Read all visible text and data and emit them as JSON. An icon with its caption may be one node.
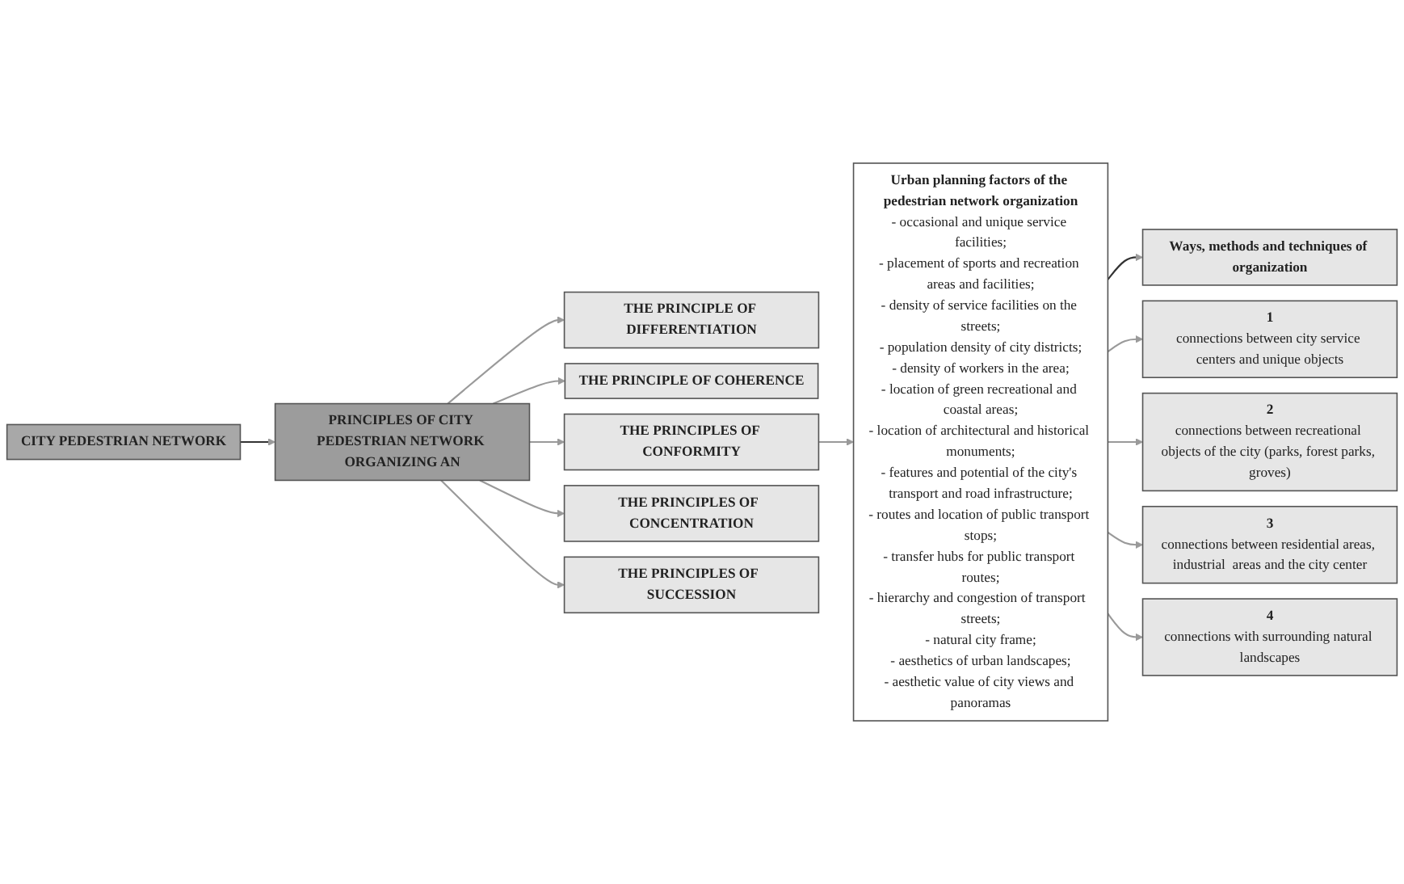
{
  "diagram": {
    "nodes": [
      {
        "text": [
          "CITY PEDESTRIAN NETWORK"
        ]
      },
      {
        "text": [
          "PRINCIPLES OF CITY PEDESTRIAN NETWORK ORGANIZING AN"
        ]
      },
      {
        "text": [
          "THE PRINCIPLE OF DIFFERENTIATION"
        ]
      },
      {
        "text": [
          "THE PRINCIPLE OF COHERENCE"
        ]
      },
      {
        "text": [
          "THE PRINCIPLES OF CONFORMITY"
        ]
      },
      {
        "text": [
          "THE PRINCIPLES OF  CONCENTRATION"
        ]
      },
      {
        "text": [
          "THE PRINCIPLES OF  SUCCESSION"
        ]
      },
      {
        "text": [
          "Urban planning factors of the pedestrian network organization",
          "- occasional and unique service facilities;",
          "- placement of sports and recreation areas and facilities;",
          "- density of service facilities on the streets;",
          "- population density of city districts;",
          "- density of workers in the area;",
          "- location of green recreational and coastal areas;",
          "- location of architectural and historical monuments;",
          "- features and potential of the city's transport and road infrastructure;",
          "- routes and location of public transport stops;",
          "- transfer hubs for public transport routes;",
          "- hierarchy and congestion of transport  streets;",
          "- natural city frame;",
          "- aesthetics of urban landscapes;",
          "- aesthetic value of city views and panoramas"
        ]
      },
      {
        "text": [
          "Ways, methods and techniques of organization"
        ]
      },
      {
        "text": [
          "1",
          "connections between city service centers and unique objects"
        ]
      },
      {
        "text": [
          "2",
          "connections between recreational objects of the city (parks, forest parks, groves)"
        ]
      },
      {
        "text": [
          "3",
          "connections between residential areas, industrial  areas and the city center"
        ]
      },
      {
        "text": [
          "4",
          "connections with surrounding natural landscapes"
        ]
      }
    ],
    "edges": [
      {
        "from": 0,
        "to": 1,
        "arrow": "to",
        "color": "#333333"
      },
      {
        "from": 1,
        "to": 2,
        "arrow": "to"
      },
      {
        "from": 1,
        "to": 3,
        "arrow": "to"
      },
      {
        "from": 1,
        "to": 4,
        "arrow": "to"
      },
      {
        "from": 1,
        "to": 5,
        "arrow": "to"
      },
      {
        "from": 1,
        "to": 6,
        "arrow": "to"
      },
      {
        "from": 4,
        "to": 7,
        "arrow": "to"
      },
      {
        "from": 7,
        "to": 8,
        "arrow": "to",
        "color": "#333333"
      },
      {
        "from": 7,
        "to": 9,
        "arrow": "to"
      },
      {
        "from": 7,
        "to": 10,
        "arrow": "to"
      },
      {
        "from": 7,
        "to": 11,
        "arrow": "to"
      },
      {
        "from": 7,
        "to": 12,
        "arrow": "to"
      }
    ]
  }
}
